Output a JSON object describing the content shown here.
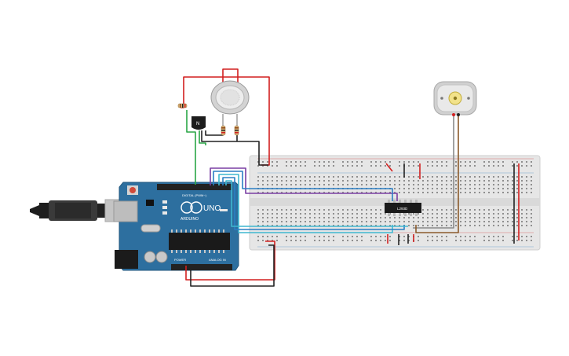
{
  "circuit": {
    "arduino": {
      "logo_text": "ARDUINO",
      "model_label": "UNO",
      "digital_header_label": "DIGITAL (PWM~)",
      "power_label": "POWER",
      "analog_label": "ANALOG IN"
    },
    "transistor": {
      "label": "N"
    },
    "driver_ic": {
      "label": "L293D"
    },
    "gas_sensor": {
      "icon": "gas-sensor-icon"
    },
    "motor": {
      "icon": "dc-motor-icon"
    },
    "usb_plug": {
      "icon": "usb-plug-icon"
    },
    "colors": {
      "board_blue": "#2d6f9f",
      "breadboard": "#e6e6e6",
      "wire_red": "#d21f1f",
      "wire_black": "#222222",
      "wire_green": "#2aa646",
      "wire_purple": "#7a3ea3",
      "wire_blue": "#2b7fc4",
      "wire_cyan": "#3fb7cf",
      "wire_brown": "#8b5a2b",
      "wire_gray": "#8a8a8a"
    }
  }
}
